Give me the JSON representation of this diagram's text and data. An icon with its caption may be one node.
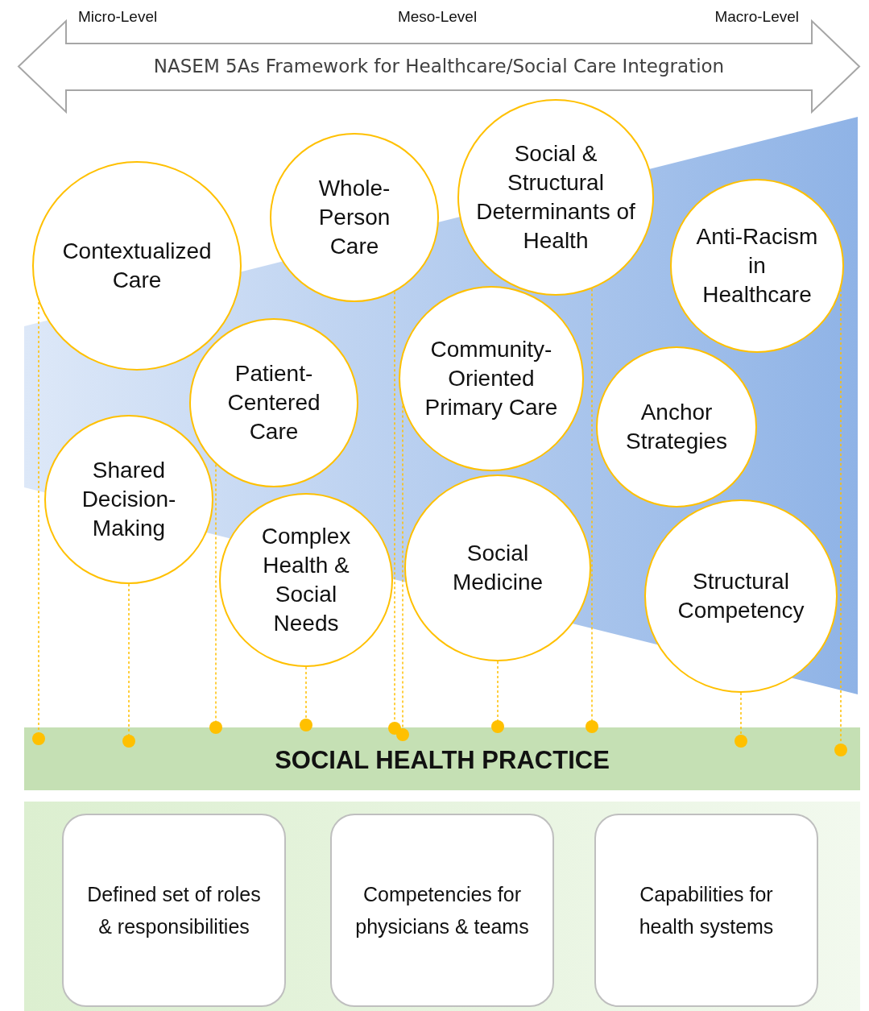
{
  "diagram": {
    "nodes": [
      {
        "text": [
          "NASEM 5As Framework for Healthcare/Social Care Integration"
        ]
      },
      {
        "text": [
          "Contextualized Care"
        ]
      },
      {
        "text": [
          "Whole-Person Care"
        ]
      },
      {
        "text": [
          "Social & Structural Determinants of Health"
        ]
      },
      {
        "text": [
          "Anti-Racism in Healthcare"
        ]
      },
      {
        "text": [
          "Patient-Centered Care"
        ]
      },
      {
        "text": [
          "Community-Oriented Primary Care"
        ]
      },
      {
        "text": [
          "Anchor Strategies"
        ]
      },
      {
        "text": [
          "Shared Decision-Making"
        ]
      },
      {
        "text": [
          "Complex Health & Social Needs"
        ]
      },
      {
        "text": [
          "Social Medicine"
        ]
      },
      {
        "text": [
          "Structural Competency"
        ]
      },
      {
        "text": [
          "SOCIAL HEALTH PRACTICE"
        ]
      },
      {
        "text": [],
        "shape": "box"
      },
      {
        "text": [
          "Defined set of roles & responsibilities"
        ],
        "in": 13
      },
      {
        "text": [
          "Competencies for physicians & teams"
        ],
        "in": 13
      },
      {
        "text": [
          "Capabilities for health systems"
        ],
        "in": 13
      }
    ],
    "edges": [
      {
        "from": 1,
        "to": 12,
        "arrow": "other",
        "style": "dashed"
      },
      {
        "from": 8,
        "to": 12,
        "arrow": "other",
        "style": "dashed"
      },
      {
        "from": 5,
        "to": 12,
        "arrow": "other",
        "style": "dashed"
      },
      {
        "from": 9,
        "to": 12,
        "arrow": "other",
        "style": "dashed"
      },
      {
        "from": 2,
        "to": 12,
        "arrow": "other",
        "style": "dashed"
      },
      {
        "from": 6,
        "to": 12,
        "arrow": "other",
        "style": "dashed"
      },
      {
        "from": 10,
        "to": 12,
        "arrow": "other",
        "style": "dashed"
      },
      {
        "from": 3,
        "to": 12,
        "arrow": "other",
        "style": "dashed"
      },
      {
        "from": 11,
        "to": 12,
        "arrow": "other",
        "style": "dashed"
      },
      {
        "from": 4,
        "to": 12,
        "arrow": "other",
        "style": "dashed"
      }
    ],
    "labels": [
      "Micro-Level",
      "Meso-Level",
      "Macro-Level"
    ]
  }
}
